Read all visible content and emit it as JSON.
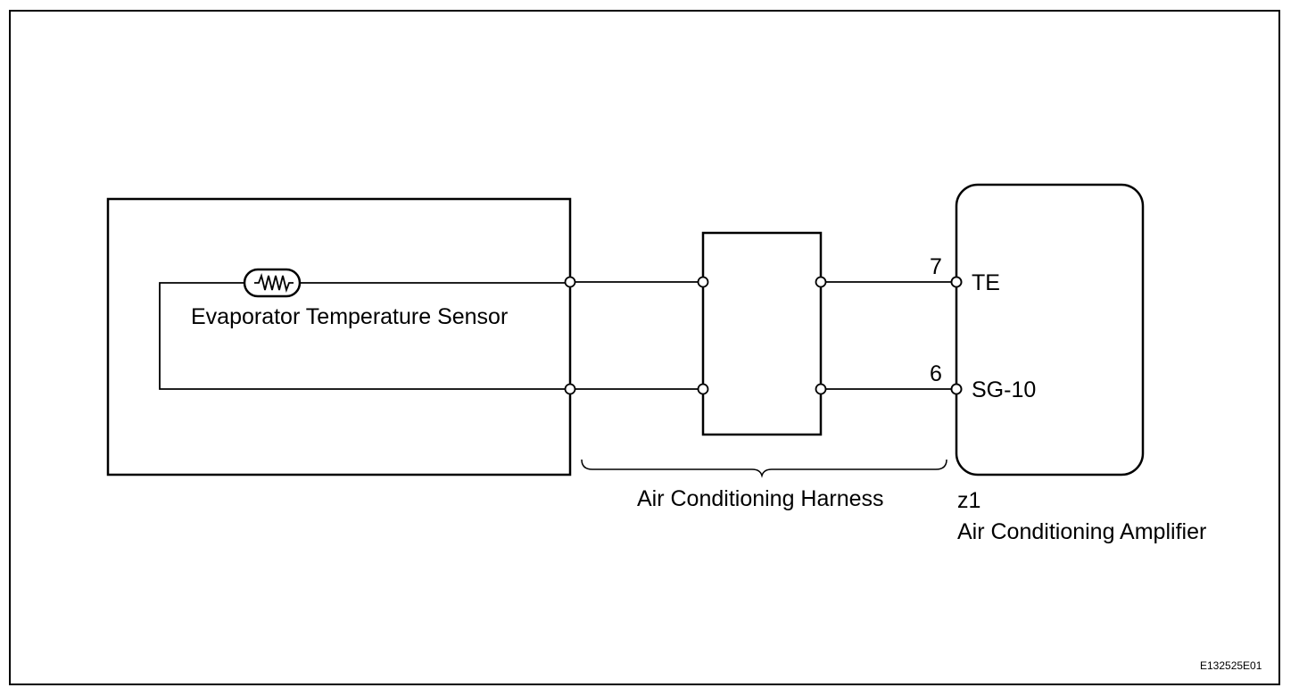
{
  "sensor_box": {
    "label": "Evaporator Temperature Sensor"
  },
  "harness": {
    "label": "Air Conditioning Harness"
  },
  "amplifier": {
    "connector_id": "z1",
    "name": "Air Conditioning Amplifier",
    "pins": [
      {
        "number": "7",
        "name": "TE"
      },
      {
        "number": "6",
        "name": "SG-10"
      }
    ]
  },
  "figure_code": "E132525E01"
}
